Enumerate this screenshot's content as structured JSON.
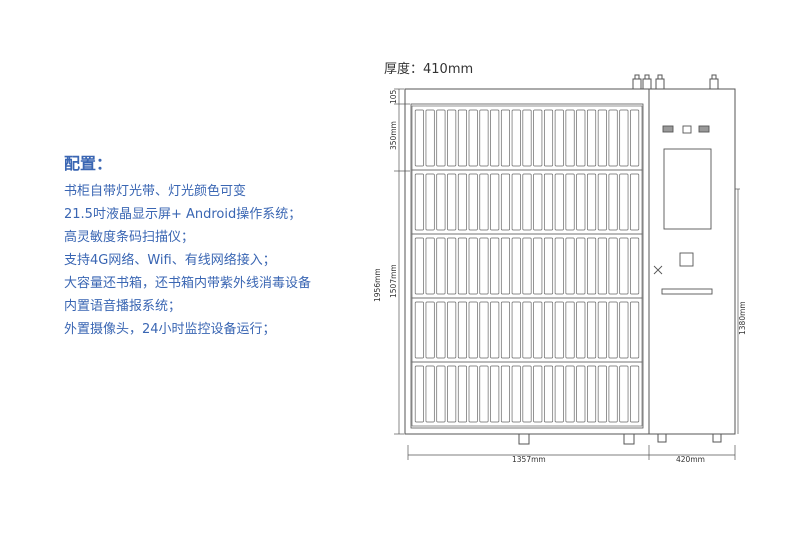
{
  "config": {
    "title": "配置：",
    "lines": [
      "书柜自带灯光带、灯光颜色可变",
      "21.5吋液晶显示屏+ Android操作系统；",
      "高灵敏度条码扫描仪；",
      "支持4G网络、Wifi、有线网络接入；",
      "大容量还书箱，还书箱内带紫外线消毒设备",
      "内置语音播报系统；",
      "外置摄像头，24小时监控设备运行；"
    ]
  },
  "drawing": {
    "thickness_label": "厚度：410mm",
    "dimensions": {
      "height_total": "1956mm",
      "height_body": "1507mm",
      "height_row": "350mm",
      "height_top": "105",
      "height_control": "1380mm",
      "width_cabinet": "1357mm",
      "width_control": "420mm"
    },
    "cabinet": {
      "rows": 5,
      "slots_per_row": 21
    }
  }
}
